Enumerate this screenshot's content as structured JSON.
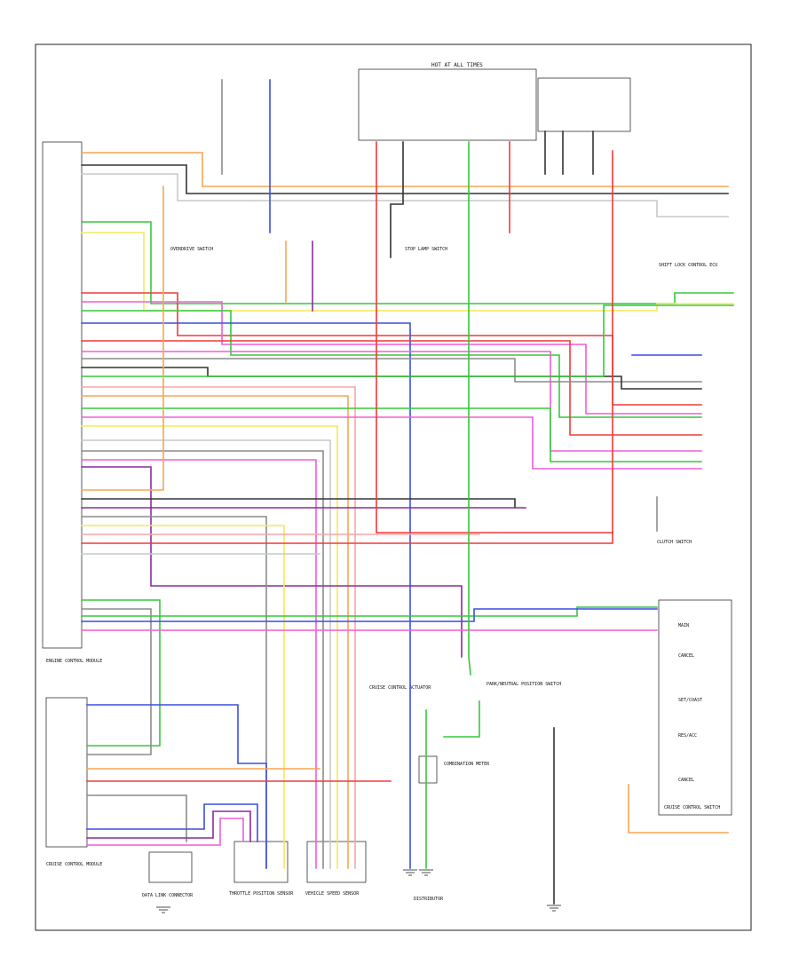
{
  "diagram": {
    "page_code": "",
    "boxes": {
      "ecm_upper": "ENGINE CONTROL MODULE",
      "ecm_lower": "CRUISE CONTROL MODULE",
      "fuse_box": "HOT AT ALL TIMES",
      "cruise_switch": "CRUISE CONTROL SWITCH",
      "data_link": "DATA LINK CONNECTOR",
      "throttle_sensor": "THROTTLE POSITION SENSOR",
      "combo_meter": "COMBINATION METER",
      "park_neutral": "PARK/NEUTRAL POSITION SWITCH",
      "stop_lamp": "STOP LAMP SWITCH",
      "speed_sensor": "VEHICLE SPEED SENSOR",
      "overdrive": "OVERDRIVE SWITCH",
      "actuator": "CRUISE CONTROL ACTUATOR",
      "clutch": "CLUTCH SWITCH",
      "dist": "DISTRIBUTOR",
      "shift_lock": "SHIFT LOCK CONTROL ECU"
    },
    "switch_labels": [
      "MAIN",
      "CANCEL",
      "SET/COAST",
      "RES/ACC",
      "CANCEL"
    ],
    "colors": {
      "wire_red": "#ef3a3a",
      "wire_green": "#35c93a",
      "wire_blue": "#3a4fe0",
      "wire_purple": "#8a2a9e",
      "wire_orange": "#f7a650",
      "wire_pink": "#f25cd8",
      "wire_yellow": "#f2e95a",
      "wire_gray": "#8c8c8c",
      "wire_black": "#333333",
      "wire_light": "#c9c9c9",
      "wire_salmon": "#f7a7a7"
    }
  }
}
